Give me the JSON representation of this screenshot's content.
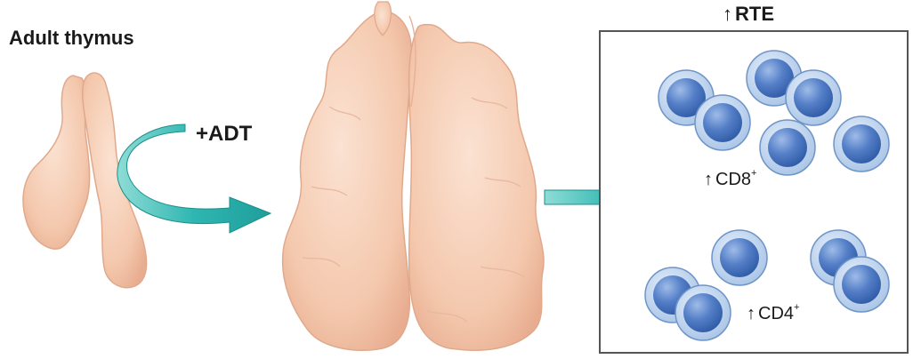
{
  "labels": {
    "title": "Adult thymus",
    "treatment": "+ADT",
    "outcome": "RTE",
    "cd8": "CD8",
    "cd4": "CD4",
    "superscript": "+",
    "up_arrow": "↑"
  },
  "colors": {
    "tissue": "#f6cdb2",
    "tissue_edge": "#e3a98c",
    "arrow_teal": "#2fb6b1",
    "cell_outer": "#bcd4ee",
    "cell_inner": "#4d79c2",
    "box_border": "#555555"
  },
  "icons": {
    "arrow": "up-arrow-icon"
  }
}
